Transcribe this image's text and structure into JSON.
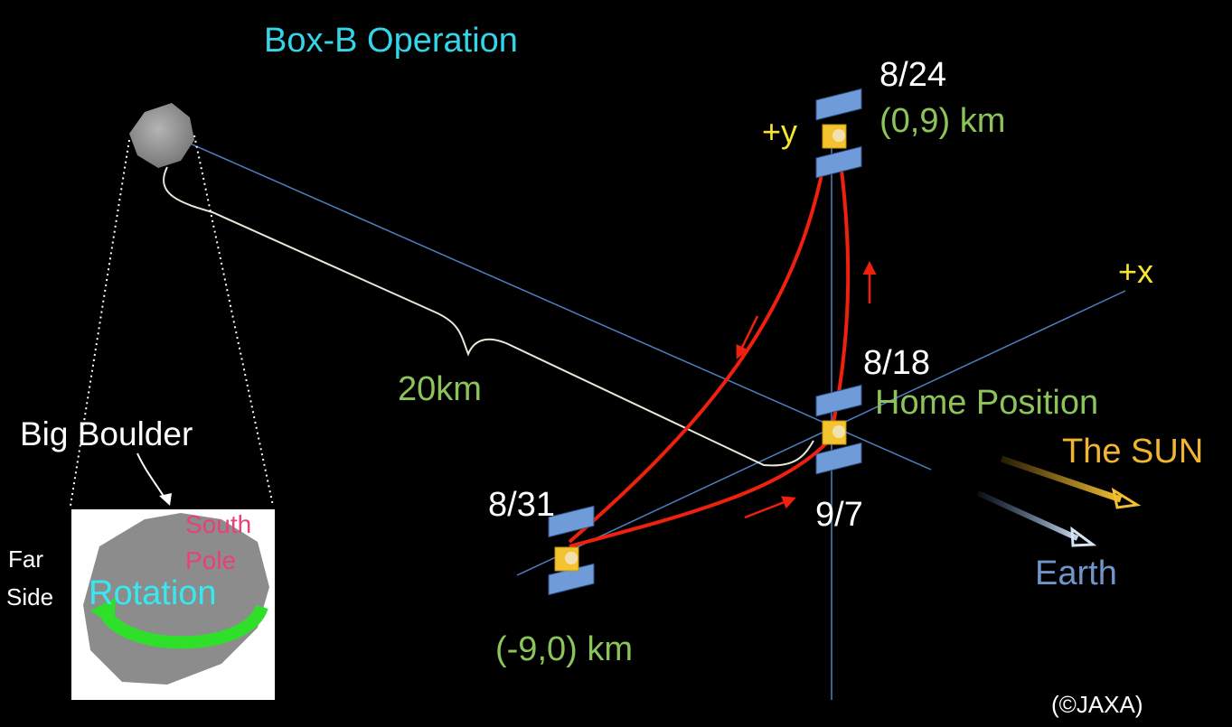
{
  "title": "Box-B Operation",
  "axes": {
    "x_label": "+x",
    "y_label": "+y"
  },
  "waypoints": {
    "top": {
      "date": "8/24",
      "coords": "(0,9) km"
    },
    "home": {
      "date": "8/18",
      "name": "Home Position"
    },
    "left": {
      "date": "8/31",
      "coords": "(-9,0) km"
    },
    "return": {
      "date": "9/7"
    }
  },
  "distance_label": "20km",
  "directions": {
    "sun": "The SUN",
    "earth": "Earth"
  },
  "inset": {
    "boulder_label": "Big Boulder",
    "far_side_label": "Far\nSide",
    "south_pole_label": "South\nPole",
    "rotation_label": "Rotation"
  },
  "credit": "(©JAXA)",
  "colors": {
    "title": "#33d6e6",
    "green_text": "#8cc45a",
    "axis_label": "#f6e632",
    "trajectory": "#f0200e",
    "axis_line": "#4f7fc0",
    "sun": "#f2b530",
    "earth": "#6f95c9",
    "south_pole": "#e8407a",
    "rotation_text": "#36e8f0",
    "rotation_arrow": "#2ee02a"
  }
}
